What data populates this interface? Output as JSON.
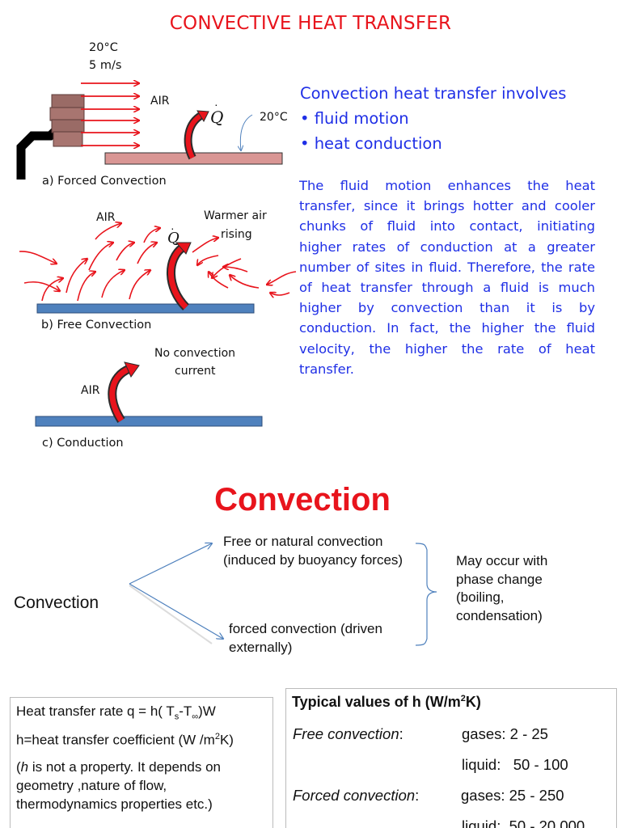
{
  "slide1": {
    "title": "CONVECTIVE HEAT TRANSFER",
    "forced": {
      "temp": "20°C",
      "speed": "5 m/s",
      "air": "AIR",
      "q_symbol": "Q",
      "surface_temp": "20°C",
      "caption": "a) Forced Convection"
    },
    "free": {
      "air": "AIR",
      "q_symbol": "Q",
      "warmer_line1": "Warmer air",
      "warmer_line2": "rising",
      "caption": "b) Free Convection"
    },
    "conduction": {
      "no_conv_line1": "No convection",
      "no_conv_line2": "current",
      "air": "AIR",
      "caption": "c) Conduction"
    },
    "intro": "Convection heat transfer involves",
    "bullets": [
      "• fluid motion",
      "• heat conduction"
    ],
    "paragraph_lines": [
      "The fluid motion enhances the heat",
      "transfer, since it brings hotter and cooler",
      "chunks of fluid into contact, initiating",
      "higher rates of conduction at a greater",
      "number of sites in fluid. Therefore, the rate",
      "of heat transfer through a fluid is much",
      "higher by convection than it is by",
      "conduction. In fact, the higher the fluid",
      "velocity, the higher the rate of heat",
      "transfer."
    ]
  },
  "slide2": {
    "title": "Convection",
    "root": "Convection",
    "branch_free": "Free or natural convection (induced by buoyancy forces)",
    "branch_forced": "forced convection (driven externally)",
    "phase_note": "May occur with phase change (boiling, condensation)",
    "left_box": {
      "rate_prefix": "Heat transfer rate q = h( T",
      "rate_sub_s": "s",
      "rate_mid": "-T",
      "rate_sub_inf": "∞",
      "rate_suffix": ")W",
      "coef_prefix": "h=heat transfer coefficient (W /m",
      "coef_sup": "2",
      "coef_suffix": "K)",
      "note_h": "h",
      "note_line1": " is not a property. It depends on",
      "note_line2": "geometry ,nature of flow,",
      "note_line3": "thermodynamics properties etc.)",
      "note_open": "("
    },
    "right_box": {
      "heading_prefix": "Typical values of h (W/m",
      "heading_sup": "2",
      "heading_suffix": "K)",
      "free_label": "Free convection",
      "colon": ":",
      "free_gases": "gases: 2 - 25",
      "free_liquid": "liquid:   50 - 100",
      "forced_label": "Forced convection",
      "forced_gases": "gases: 25 - 250",
      "forced_liquid": "liquid:  50 - 20,000"
    }
  },
  "colors": {
    "red": "#e8141c",
    "blue_text": "#1f2fe6",
    "plate_blue": "#4f81bd",
    "plate_pink": "#d99694"
  }
}
